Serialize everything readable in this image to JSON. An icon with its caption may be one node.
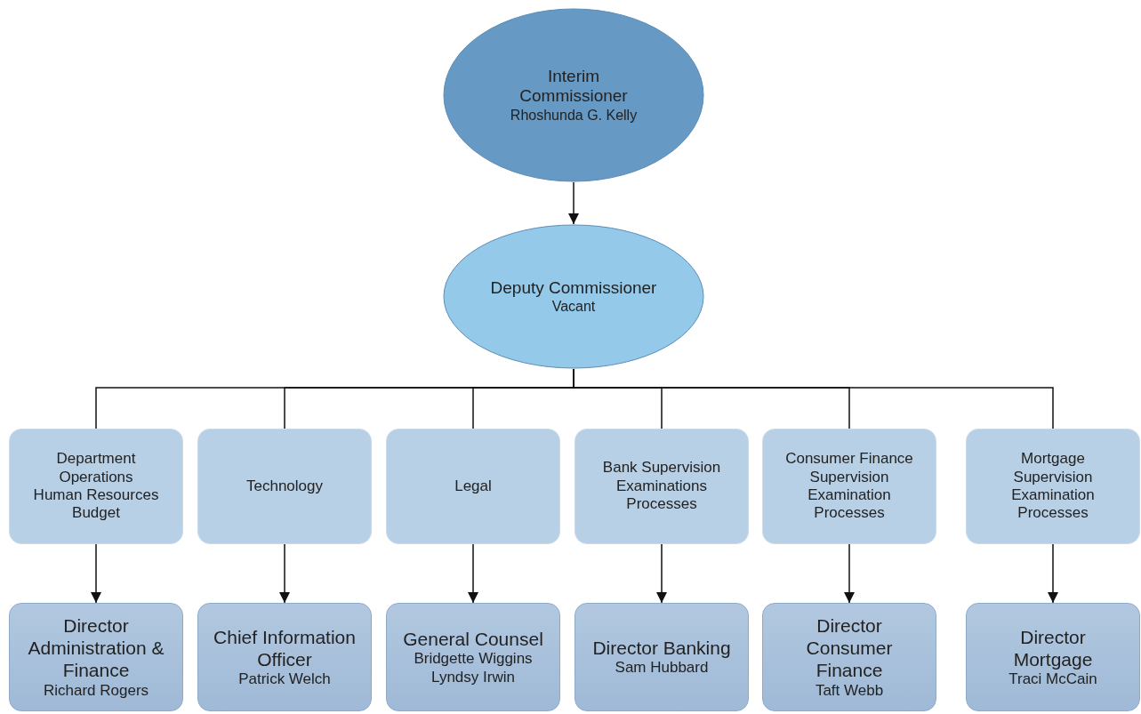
{
  "diagram": {
    "nodes": [
      {
        "text": [
          "Interim Commissioner",
          "Rhoshunda G. Kelly"
        ]
      },
      {
        "text": [
          "Deputy Commissioner",
          "Vacant"
        ]
      },
      {
        "text": [
          "Department Operations",
          "Human Resources",
          "Budget"
        ]
      },
      {
        "text": [
          "Technology"
        ]
      },
      {
        "text": [
          "Legal"
        ]
      },
      {
        "text": [
          "Bank Supervision Examinations Processes"
        ]
      },
      {
        "text": [
          "Consumer Finance Supervision Examination Processes"
        ]
      },
      {
        "text": [
          "Mortgage Supervision Examination Processes"
        ]
      },
      {
        "text": [
          "Director Administration & Finance",
          "Richard Rogers"
        ]
      },
      {
        "text": [
          "Chief Information Officer",
          "Patrick Welch"
        ]
      },
      {
        "text": [
          "General Counsel",
          "Bridgette Wiggins",
          "Lyndsy Irwin"
        ]
      },
      {
        "text": [
          "Director Banking",
          "Sam Hubbard"
        ]
      },
      {
        "text": [
          "Director Consumer Finance",
          "Taft Webb"
        ]
      },
      {
        "text": [
          "Director Mortgage",
          "Traci McCain"
        ]
      }
    ],
    "edges": [
      {
        "from": 0,
        "to": 1,
        "arrow": "to"
      },
      {
        "from": 1,
        "to": 2,
        "arrow": "none"
      },
      {
        "from": 1,
        "to": 3,
        "arrow": "none"
      },
      {
        "from": 1,
        "to": 4,
        "arrow": "none"
      },
      {
        "from": 1,
        "to": 5,
        "arrow": "none"
      },
      {
        "from": 1,
        "to": 6,
        "arrow": "none"
      },
      {
        "from": 1,
        "to": 7,
        "arrow": "none"
      },
      {
        "from": 2,
        "to": 8,
        "arrow": "to"
      },
      {
        "from": 3,
        "to": 9,
        "arrow": "to"
      },
      {
        "from": 4,
        "to": 10,
        "arrow": "to"
      },
      {
        "from": 5,
        "to": 11,
        "arrow": "to"
      },
      {
        "from": 6,
        "to": 12,
        "arrow": "to"
      },
      {
        "from": 7,
        "to": 13,
        "arrow": "to"
      }
    ]
  }
}
